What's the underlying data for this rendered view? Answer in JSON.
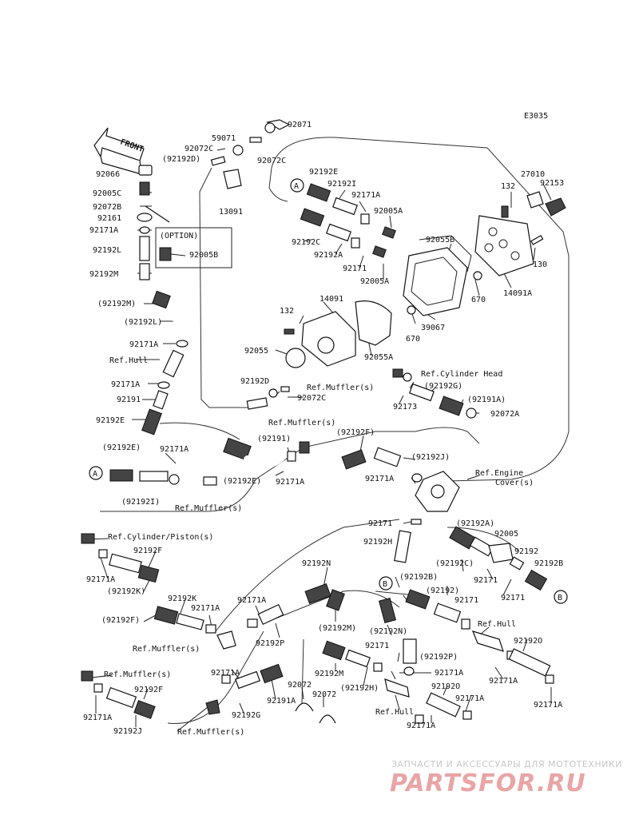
{
  "code": "E3035",
  "front_label": "FRONT",
  "option_label": "(OPTION)",
  "labels": {
    "p92071": "92071",
    "p59071": "59071",
    "p92072C_a": "92072C",
    "p92072C_b": "92072C",
    "p92192D_paren": "(92192D)",
    "p13091": "13091",
    "p92066": "92066",
    "p92005C": "92005C",
    "p92072B": "92072B",
    "p92161": "92161",
    "p92171A_1": "92171A",
    "p92192L": "92192L",
    "p92005B": "92005B",
    "p92192M_1": "92192M",
    "p92192M_paren_1": "(92192M)",
    "p92192L_paren": "(92192L)",
    "p92171A_2": "92171A",
    "ref_hull_1": "Ref.Hull",
    "p92171A_3": "92171A",
    "p92191_1": "92191",
    "p92192E_1": "92192E",
    "p92192E_paren": "(92192E)",
    "p92171A_4": "92171A",
    "circle_a_1": "A",
    "p92192I_paren": "(92192I)",
    "ref_muffler_1": "Ref.Muffler(s)",
    "p92192E_2": "(92192E)",
    "p92191_paren": "(92191)",
    "ref_muffler_2": "Ref.Muffler(s)",
    "p92171A_5": "92171A",
    "p92192D": "92192D",
    "ref_muffler_3": "Ref.Muffler(s)",
    "p92072C_c": "92072C",
    "p14091": "14091",
    "p132_1": "132",
    "p92055": "92055",
    "p92055A": "92055A",
    "circle_a_2": "A",
    "p92192E_3": "92192E",
    "p92192I": "92192I",
    "p92171A_6": "92171A",
    "p92005A_1": "92005A",
    "p92192C_1": "92192C",
    "p92192A_1": "92192A",
    "p92171_1": "92171",
    "p92005A_2": "92005A",
    "p92055B": "92055B",
    "p670_1": "670",
    "p670_2": "670",
    "p39067": "39067",
    "p132_2": "132",
    "p27010": "27010",
    "p92153": "92153",
    "p130": "130",
    "p14091A": "14091A",
    "ref_cyl_head": "Ref.Cylinder Head",
    "p92192G_paren": "(92192G)",
    "p92191A_paren": "(92191A)",
    "p92173": "92173",
    "p92072A": "92072A",
    "p92192F_paren": "(92192F)",
    "p92192J_paren": "(92192J)",
    "ref_engine_cover_1": "Ref.Engine",
    "ref_engine_cover_2": "Cover(s)",
    "p92171A_7": "92171A",
    "p92171_2": "92171",
    "p92192H": "92192H",
    "p92192A_paren": "(92192A)",
    "p92005": "92005",
    "p92192C_paren": "(92192C)",
    "p92192": "92192",
    "p92192B": "92192B",
    "p92171_3": "92171",
    "p92171_4": "92171",
    "circle_b_1": "B",
    "ref_cyl_piston": "Ref.Cylinder/Piston(s)",
    "p92192F_1": "92192F",
    "p92171A_8": "92171A",
    "p92192K_paren": "(92192K)",
    "p92192K": "92192K",
    "p92192F_paren_2": "(92192F)",
    "p92171A_9": "92171A",
    "p92171A_10": "92171A",
    "ref_muffler_4": "Ref.Muffler(s)",
    "p92192N": "92192N",
    "p92192M_paren_2": "(92192M)",
    "p92192P": "92192P",
    "circle_b_2": "B",
    "p92192B_paren": "(92192B)",
    "p92192_paren": "(92192)",
    "p92171_5": "92171",
    "p92192N_paren": "(92192N)",
    "ref_hull_2": "Ref.Hull",
    "p92192O_1": "92192O",
    "p92171A_11": "92171A",
    "p92171A_12": "92171A",
    "p92192P_paren": "(92192P)",
    "p92171_6": "92171",
    "p92171A_13": "92171A",
    "ref_muffler_5": "Ref.Muffler(s)",
    "p92171A_14": "92171A",
    "p92192F_2": "92192F",
    "p92192J": "92192J",
    "ref_muffler_6": "Ref.Muffler(s)",
    "p92171A_15": "92171A",
    "p92192G": "92192G",
    "p92191A": "92191A",
    "p92072_1": "92072",
    "p92072_2": "92072",
    "p92192M_2": "92192M",
    "p92192H_paren": "(92192H)",
    "ref_hull_3": "Ref.Hull",
    "p92192O_2": "92192O",
    "p92171A_16": "92171A",
    "p92171A_17": "92171A"
  },
  "watermark": {
    "line1": "ЗАПЧАСТИ И АКСЕССУАРЫ ДЛЯ МОТОТЕХНИКИ",
    "line2": "PARTSFOR.RU"
  }
}
